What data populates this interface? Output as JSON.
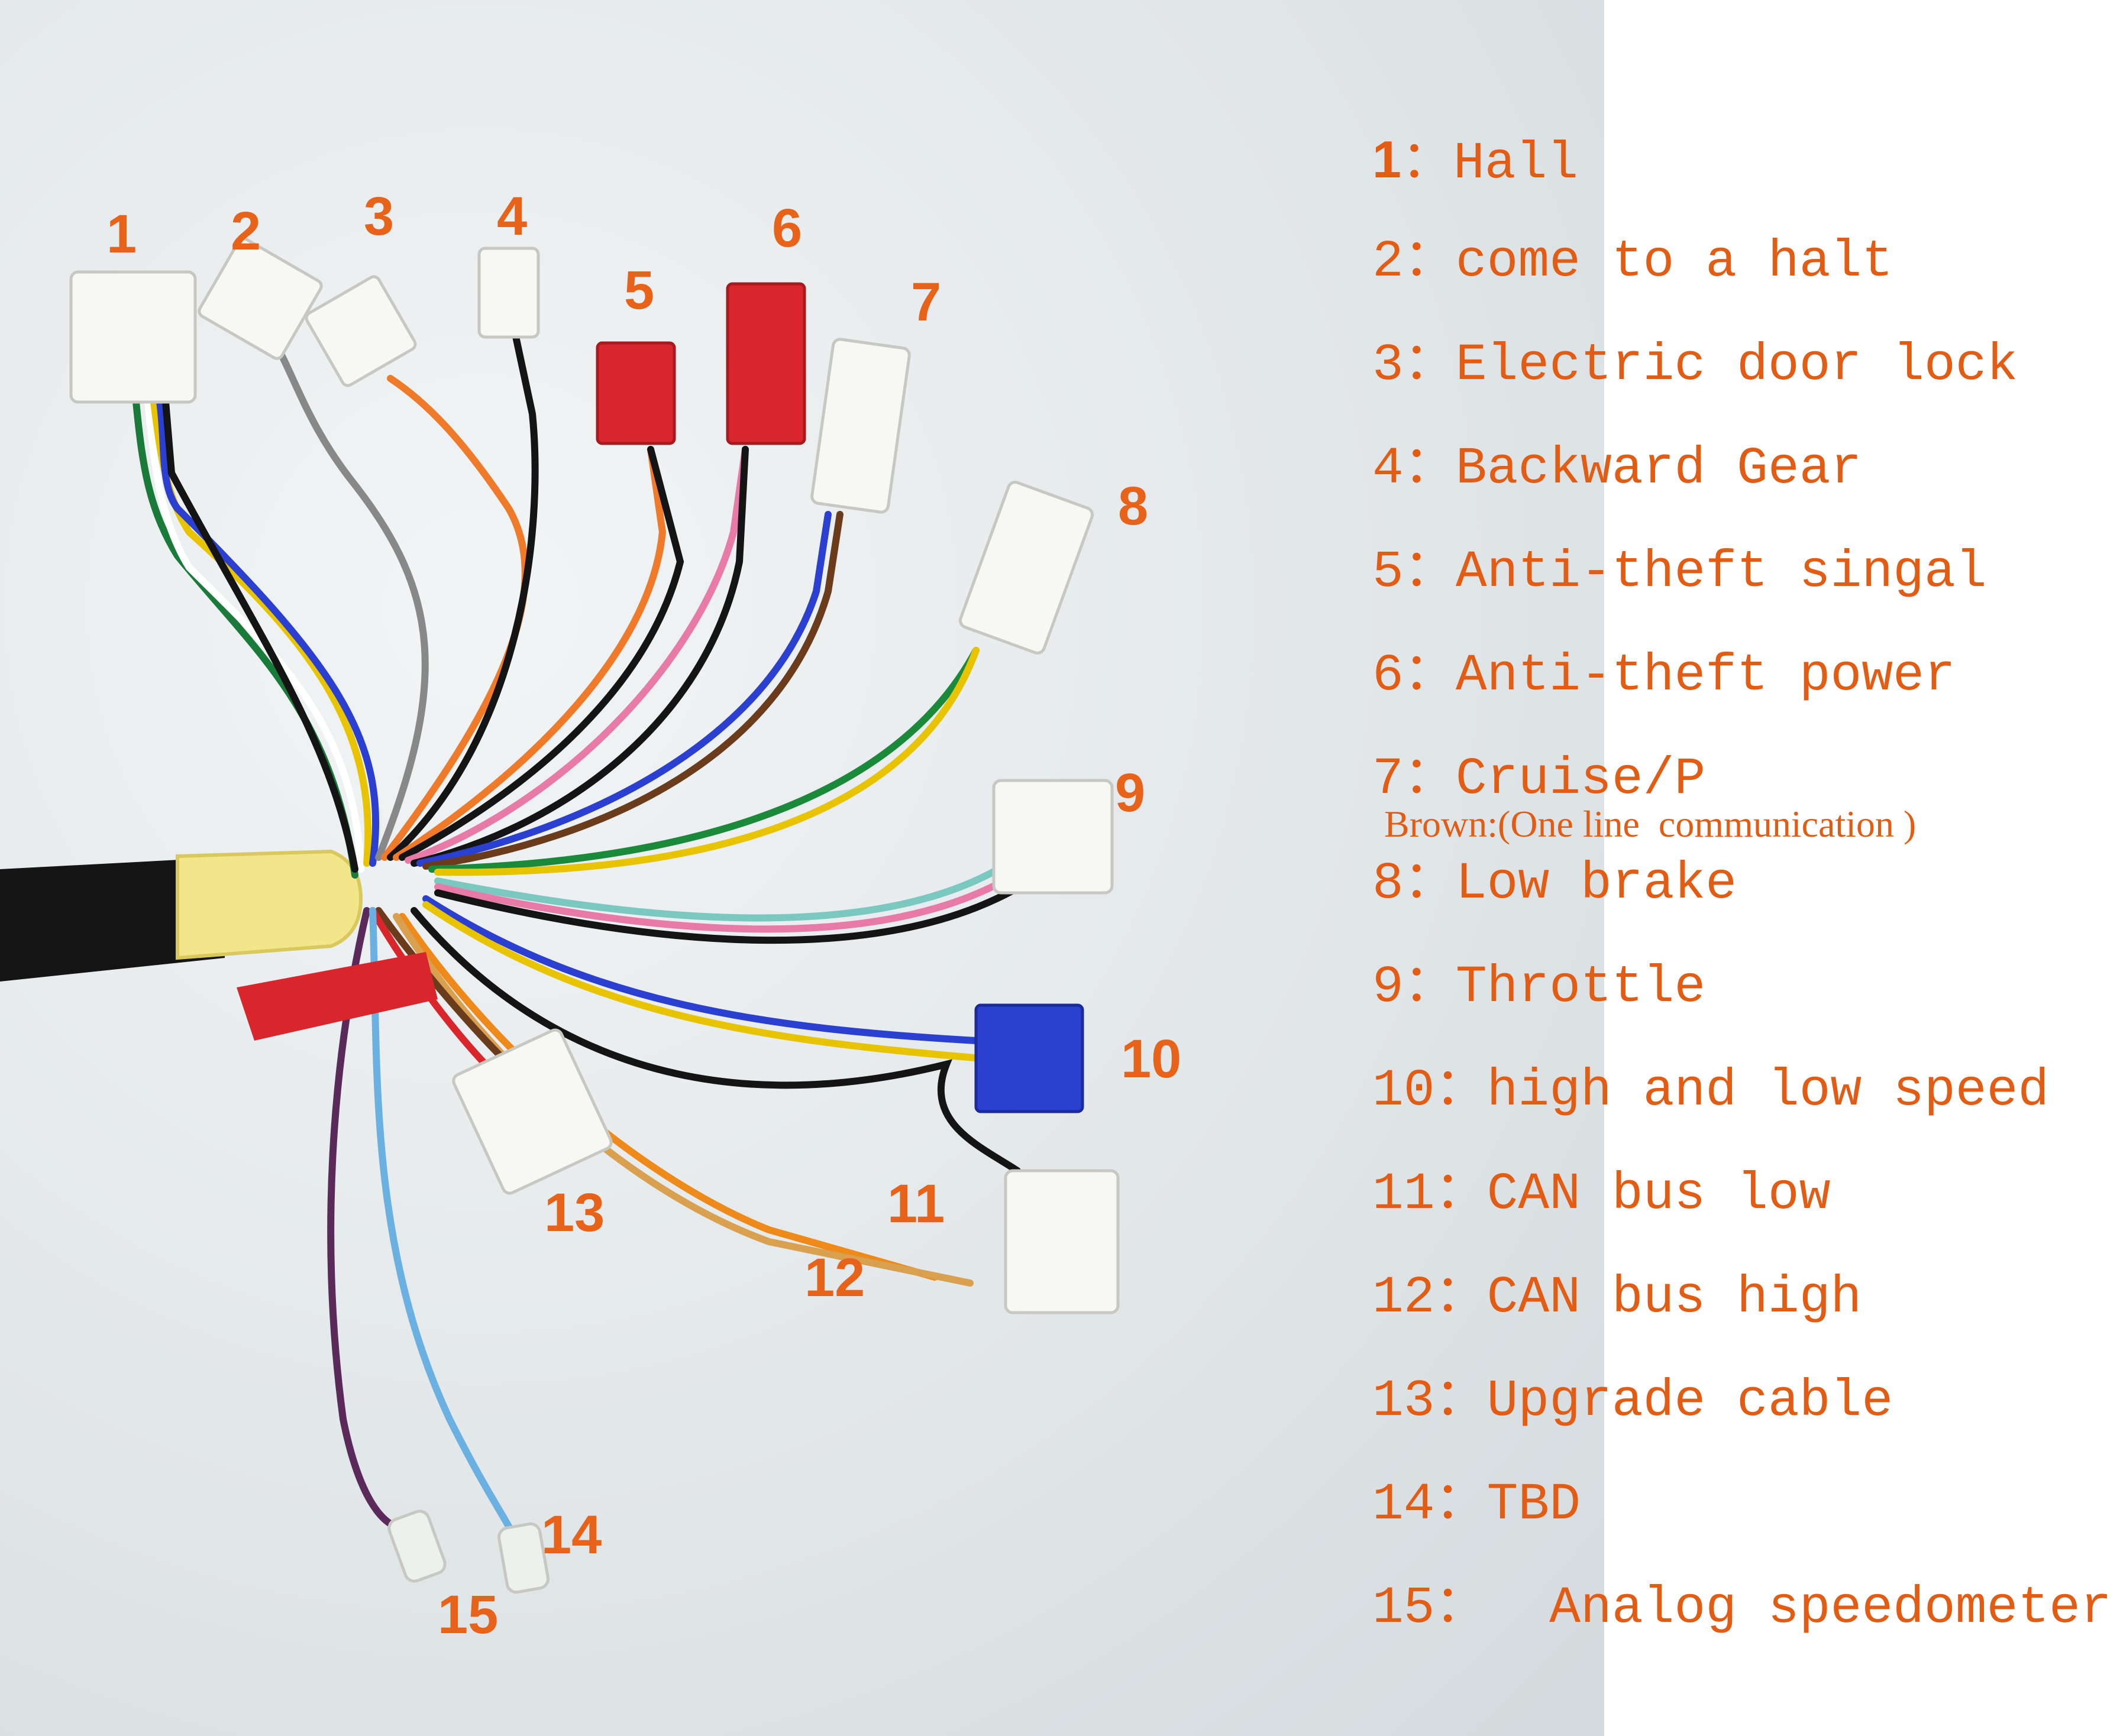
{
  "diagram": {
    "connector_numbers": [
      "1",
      "2",
      "3",
      "4",
      "5",
      "6",
      "7",
      "8",
      "9",
      "10",
      "11",
      "12",
      "13",
      "14",
      "15"
    ],
    "legend": [
      {
        "num": "1",
        "text": "：Hall"
      },
      {
        "num": "2",
        "text": "：come to a halt"
      },
      {
        "num": "3",
        "text": "：Electric door lock"
      },
      {
        "num": "4",
        "text": "：Backward Gear"
      },
      {
        "num": "5",
        "text": "：Anti-theft singal"
      },
      {
        "num": "6",
        "text": "：Anti-theft power"
      },
      {
        "num": "7",
        "text": "：Cruise/P"
      },
      {
        "num": "8",
        "text": "：Low brake"
      },
      {
        "num": "9",
        "text": "：Throttle"
      },
      {
        "num": "10",
        "text": "：high and low speed"
      },
      {
        "num": "11",
        "text": "：CAN bus low"
      },
      {
        "num": "12",
        "text": "：CAN bus high"
      },
      {
        "num": "13",
        "text": "：Upgrade cable"
      },
      {
        "num": "14",
        "text": "：TBD"
      },
      {
        "num": "15",
        "text": "：  Analog speedometer"
      }
    ],
    "note_7": "Brown:(One line  communication )",
    "colors": {
      "label_orange": "#e8631a",
      "legend_orange": "#e35c14",
      "connector_white": "#f7f7f4",
      "connector_red": "#d8262c",
      "connector_blue": "#2b3fd0",
      "sleeve_yellow": "#f3e68a",
      "cable_black": "#141414"
    }
  }
}
